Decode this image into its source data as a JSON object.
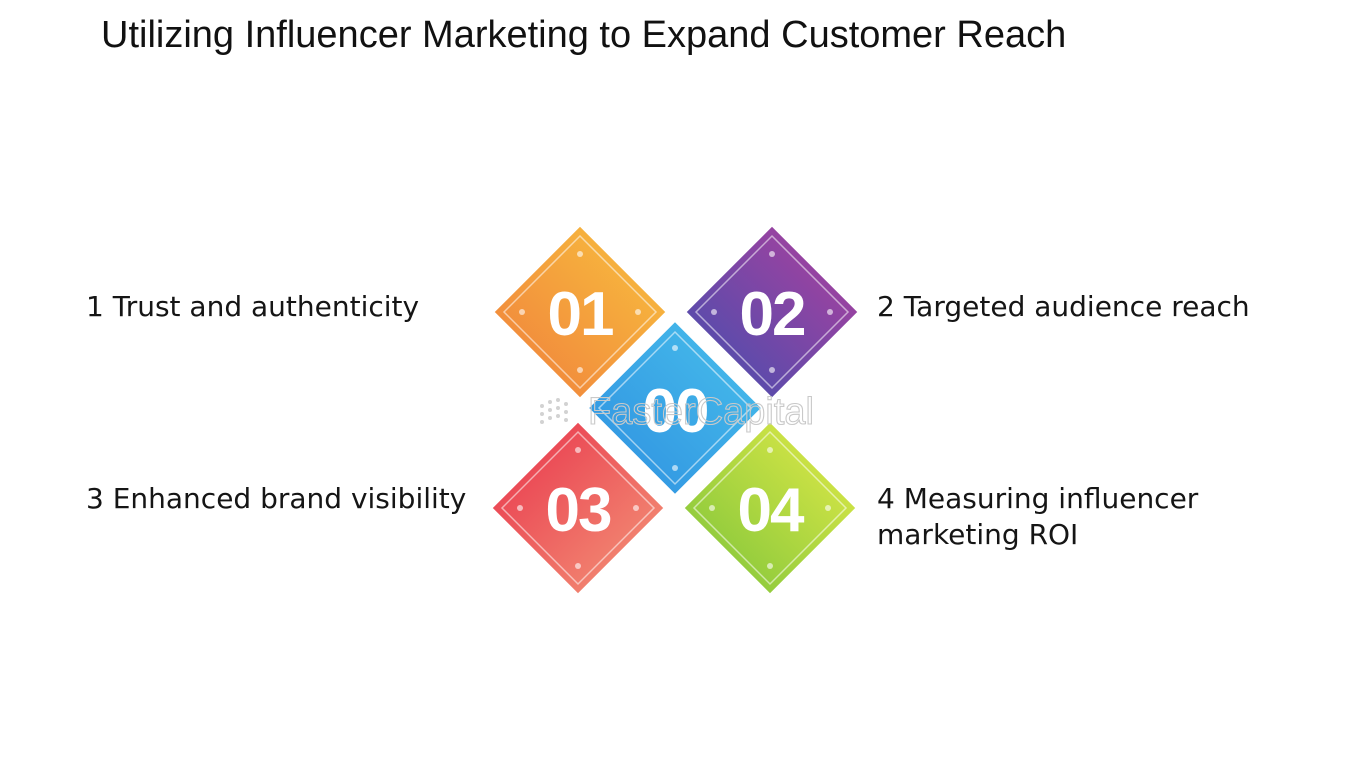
{
  "title": "Utilizing Influencer Marketing to Expand Customer Reach",
  "items": [
    {
      "label": "1 Trust and authenticity",
      "number": "01",
      "color_from": "#f07d3c",
      "color_to": "#f8c33e"
    },
    {
      "label": "2 Targeted audience reach",
      "number": "02",
      "color_from": "#3f4fb0",
      "color_to": "#b43f9c"
    },
    {
      "label": "3 Enhanced brand visibility",
      "number": "03",
      "color_from": "#e8304a",
      "color_to": "#f49a7a"
    },
    {
      "label": "4 Measuring influencer\nmarketing ROI",
      "number": "04",
      "color_from": "#78c23a",
      "color_to": "#e6ec48"
    }
  ],
  "center": {
    "number": "00",
    "color_from": "#2d8ee0",
    "color_to": "#49c1ec"
  },
  "watermark": "FasterCapital"
}
